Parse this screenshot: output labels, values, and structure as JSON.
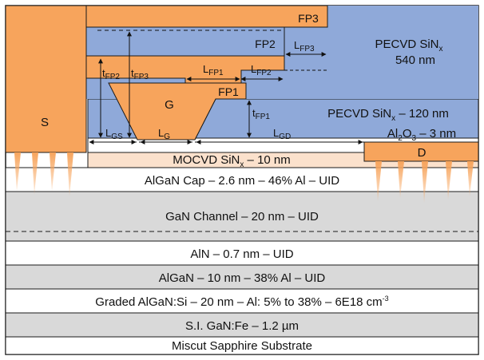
{
  "colors": {
    "orange": "#f7a45c",
    "orange_edge": "#e07d2a",
    "blue": "#8fa9d9",
    "blue_light": "#b3c6e8",
    "peach": "#fbe1cc",
    "gray": "#d9d9d9",
    "white": "#ffffff",
    "line": "#1a1a1a"
  },
  "regions": {
    "source": "S",
    "gate": "G",
    "drain": "D"
  },
  "field_plates": {
    "fp1": "FP1",
    "fp2": "FP2",
    "fp3": "FP3"
  },
  "dielectrics": {
    "pecvd_thick": {
      "name": "PECVD SiN",
      "sub": "x",
      "thickness": "540 nm"
    },
    "pecvd_thin": {
      "pre": "PECVD SiN",
      "sub": "x",
      "post": " – 120 nm"
    },
    "al2o3": {
      "a": "Al",
      "s1": "2",
      "b": "O",
      "s2": "3",
      "c": " – 3 nm"
    },
    "mocvd": {
      "pre": "MOCVD SiN",
      "sub": "x",
      "post": " – 10 nm"
    }
  },
  "dimensions": {
    "t_fp2": {
      "main": "t",
      "sub": "FP2"
    },
    "t_fp3": {
      "main": "t",
      "sub": "FP3"
    },
    "t_fp1": {
      "main": "t",
      "sub": "FP1"
    },
    "l_fp3": {
      "main": "L",
      "sub": "FP3"
    },
    "l_fp1": {
      "main": "L",
      "sub": "FP1"
    },
    "l_fp2": {
      "main": "L",
      "sub": "FP2"
    },
    "l_gs": {
      "main": "L",
      "sub": "GS"
    },
    "l_g": {
      "main": "L",
      "sub": "G"
    },
    "l_gd": {
      "main": "L",
      "sub": "GD"
    }
  },
  "layers": [
    {
      "text": "AlGaN Cap – 2.6 nm – 46% Al – UID"
    },
    {
      "text": "GaN Channel – 20 nm – UID"
    },
    {
      "text": "AlN – 0.7 nm – UID"
    },
    {
      "text": "AlGaN – 10 nm – 38% Al – UID"
    },
    {
      "text": "Graded AlGaN:Si – 20 nm – Al: 5% to 38% – 6E18 cm",
      "sup": "-3"
    },
    {
      "text": "S.I. GaN:Fe – 1.2 µm"
    },
    {
      "text": "Miscut Sapphire Substrate"
    }
  ]
}
